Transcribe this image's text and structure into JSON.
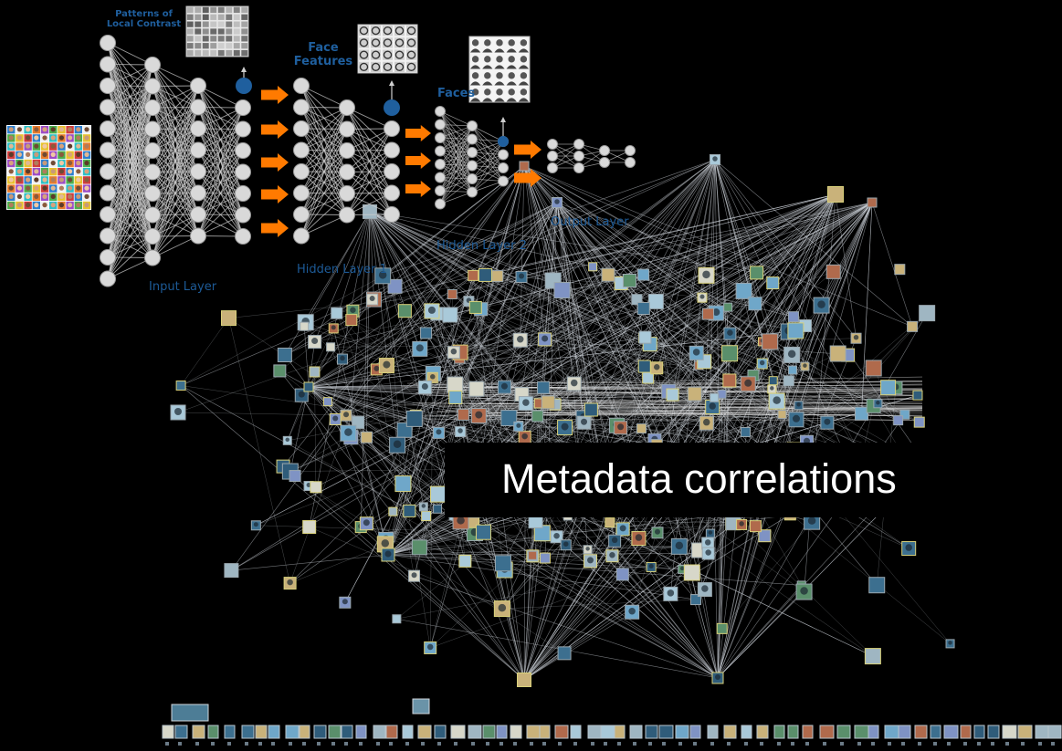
{
  "diagram": {
    "labels": {
      "patterns": "Patterns of Local Contrast",
      "face_features": "Face Features",
      "faces": "Faces",
      "input_layer": "Input Layer",
      "hidden_layer_1": "Hidden Layer 1",
      "hidden_layer_2": "Hidden Layer 2",
      "output_layer": "Output Layer"
    },
    "colors": {
      "background": "#000000",
      "node": "#d9d9d9",
      "output_node": "#1f5f9e",
      "arrow": "#ff7a00",
      "label": "#1f5f9e",
      "graph_edge": "#cfd6dc"
    },
    "icons": [
      "face-grid-image",
      "contrast-patterns-thumbnail",
      "face-features-thumbnail",
      "faces-thumbnail",
      "flow-arrow-icon",
      "network-node-thumbnail"
    ]
  },
  "caption": {
    "text": "Metadata correlations"
  }
}
